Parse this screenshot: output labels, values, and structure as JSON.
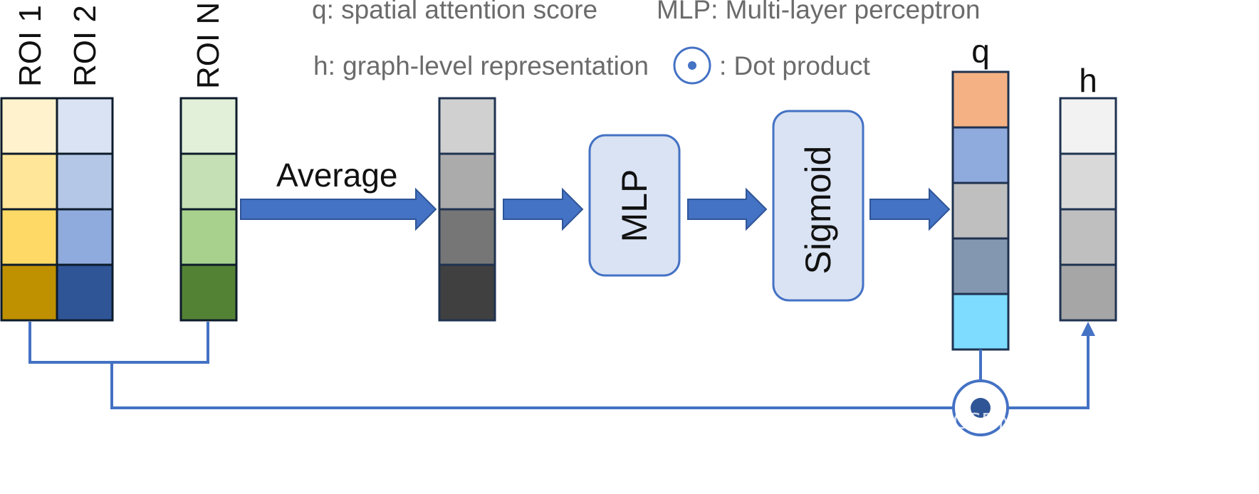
{
  "legend": {
    "q_def": "q: spatial attention score",
    "mlp_def": "MLP: Multi-layer perceptron",
    "h_def": "h: graph-level representation",
    "dot_def": ": Dot product"
  },
  "roi_labels": [
    "ROI 1",
    "ROI 2",
    "ROI N"
  ],
  "average_label": "Average",
  "mlp_label": "MLP",
  "sigmoid_label": "Sigmoid",
  "q_label": "q",
  "h_label": "h",
  "watermark": "CSDN @夏莉莉iy",
  "colors": {
    "roi1": [
      "#fff2cc",
      "#ffe699",
      "#ffd966",
      "#bf9000"
    ],
    "roi2": [
      "#dae3f3",
      "#b4c7e7",
      "#8faadc",
      "#2f5597"
    ],
    "roiN": [
      "#e2f0d9",
      "#c5e0b4",
      "#a9d18e",
      "#548235"
    ],
    "avg": [
      "#d0d0d0",
      "#ababab",
      "#767676",
      "#404040"
    ],
    "q": [
      "#f4b183",
      "#8faadc",
      "#bfbfbf",
      "#8497b0",
      "#7ddcff"
    ],
    "h": [
      "#f2f2f2",
      "#d9d9d9",
      "#bfbfbf",
      "#a6a6a6"
    ],
    "arrow": "#4472c4",
    "box_fill": "#dae3f3",
    "box_stroke": "#4472c4"
  }
}
